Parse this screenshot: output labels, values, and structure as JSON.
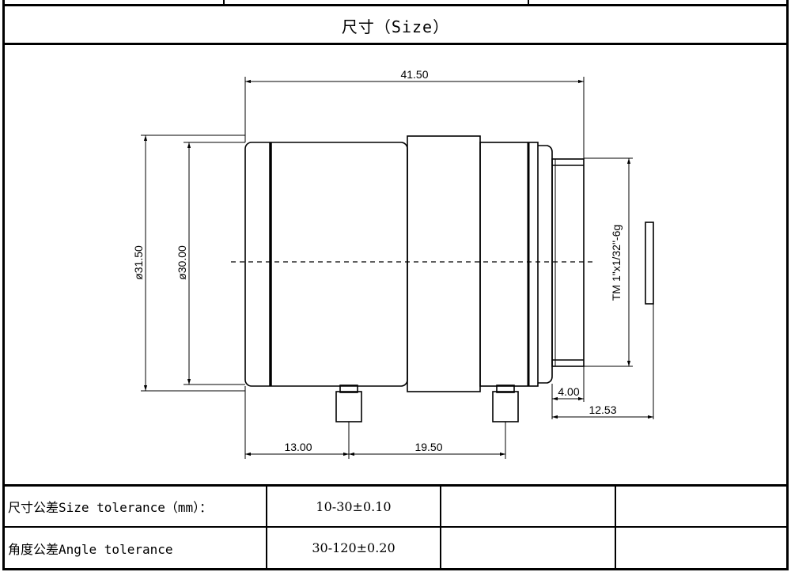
{
  "header": {
    "title": "尺寸（Size）"
  },
  "drawing": {
    "dims": {
      "overall_length": "41.50",
      "outer_diameter": "ø31.50",
      "inner_diameter": "ø30.00",
      "mount_thread": "TM 1\"x1/32\"-6g",
      "flange_depth": "4.00",
      "back_focal": "12.53",
      "screw1_pos": "13.00",
      "screw2_pos": "19.50"
    }
  },
  "tolerance_table": {
    "rows": [
      {
        "label": "尺寸公差Size tolerance（mm）：",
        "value": "10-30±0.10"
      },
      {
        "label": "角度公差Angle tolerance",
        "value": "30-120±0.20"
      }
    ]
  }
}
